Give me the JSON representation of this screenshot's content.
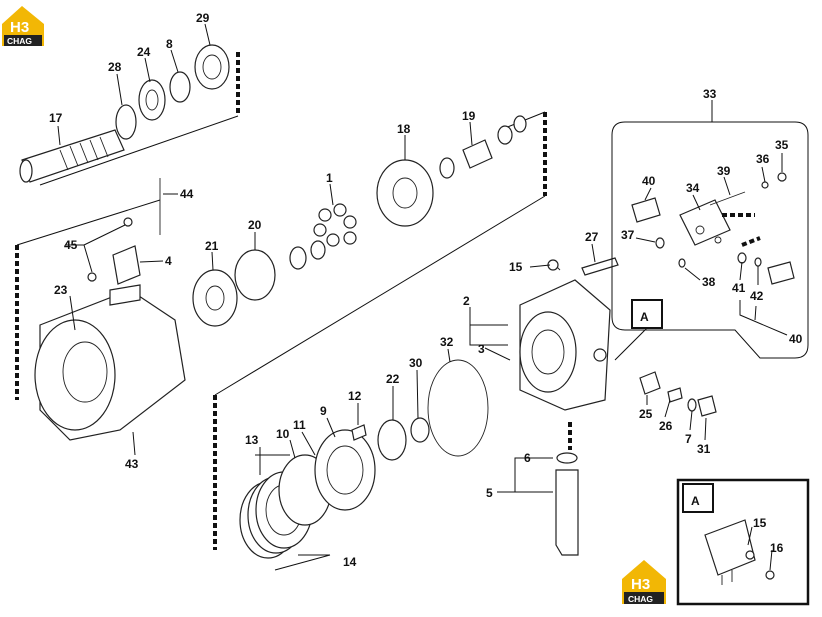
{
  "brand": {
    "logo_text": "H3",
    "logo_subtext": "CHAG",
    "color": "#f2b705"
  },
  "callouts": {
    "detail_box_letter": "A",
    "detail_inset_letter": "A"
  },
  "part_labels": {
    "p1": "1",
    "p2": "2",
    "p3": "3",
    "p4": "4",
    "p5": "5",
    "p6": "6",
    "p7": "7",
    "p8": "8",
    "p9": "9",
    "p10": "10",
    "p11": "11",
    "p12": "12",
    "p13": "13",
    "p14": "14",
    "p15": "15",
    "p15b": "15",
    "p16": "16",
    "p17": "17",
    "p18": "18",
    "p19": "19",
    "p20": "20",
    "p21": "21",
    "p22": "22",
    "p23": "23",
    "p24": "24",
    "p25": "25",
    "p26": "26",
    "p27": "27",
    "p28": "28",
    "p29": "29",
    "p30": "30",
    "p31": "31",
    "p32": "32",
    "p33": "33",
    "p34": "34",
    "p35": "35",
    "p36": "36",
    "p37": "37",
    "p38": "38",
    "p39": "39",
    "p40": "40",
    "p40b": "40",
    "p41": "41",
    "p42": "42",
    "p43": "43",
    "p44": "44",
    "p45": "45"
  }
}
